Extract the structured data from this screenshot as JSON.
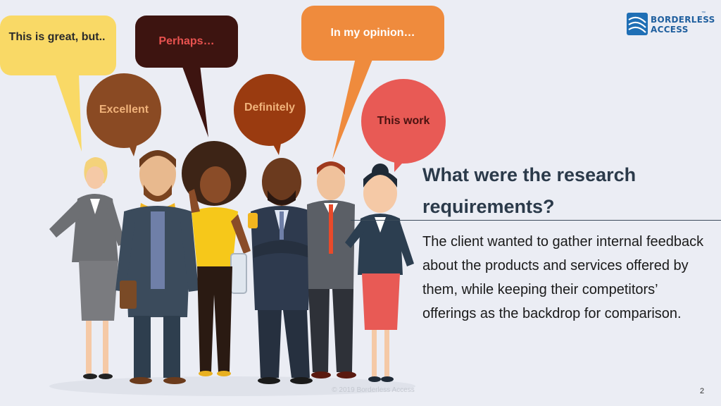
{
  "logo": {
    "line1": "BORDERLESS",
    "line2": "ACCESS",
    "tm": "™"
  },
  "bubbles": {
    "great": "This is great, but..",
    "perhaps": "Perhaps…",
    "opinion": "In my opinion…",
    "excellent": "Excellent",
    "definitely": "Definitely",
    "thiswork": "This work"
  },
  "heading": "What were the research requirements?",
  "body": "The client wanted to gather internal feedback about the products and services offered by them, while keeping their competitors’ offerings as the backdrop for comparison.",
  "footer": "© 2019 Borderless Access",
  "page_number": "2",
  "colors": {
    "bubble_yellow": "#f9d966",
    "bubble_dark": "#3d1410",
    "bubble_orange": "#ef8b3d",
    "bubble_brown": "#8a4a23",
    "bubble_rust": "#9a3b10",
    "bubble_coral": "#e85a55",
    "heading": "#2b3a4a"
  }
}
